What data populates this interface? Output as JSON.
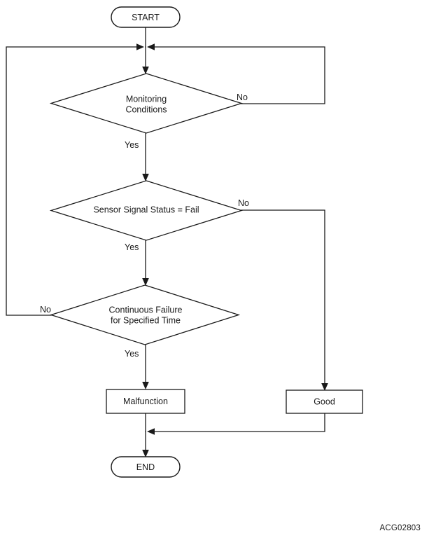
{
  "diagram": {
    "type": "flowchart",
    "figure_code": "ACG02803",
    "nodes": {
      "start": {
        "label": "START",
        "shape": "terminator"
      },
      "decision1": {
        "label_line1": "Monitoring",
        "label_line2": "Conditions",
        "shape": "decision"
      },
      "decision2": {
        "label_line1": "Sensor Signal Status = Fail",
        "label_line2": "",
        "shape": "decision"
      },
      "decision3": {
        "label_line1": "Continuous Failure",
        "label_line2": "for Specified Time",
        "shape": "decision"
      },
      "malfunction": {
        "label": "Malfunction",
        "shape": "process"
      },
      "good": {
        "label": "Good",
        "shape": "process"
      },
      "end": {
        "label": "END",
        "shape": "terminator"
      }
    },
    "edge_labels": {
      "d1_yes": "Yes",
      "d1_no": "No",
      "d2_yes": "Yes",
      "d2_no": "No",
      "d3_yes": "Yes",
      "d3_no": "No"
    },
    "colors": {
      "stroke": "#1a1a1a",
      "fill": "#ffffff",
      "text": "#1a1a1a"
    }
  }
}
